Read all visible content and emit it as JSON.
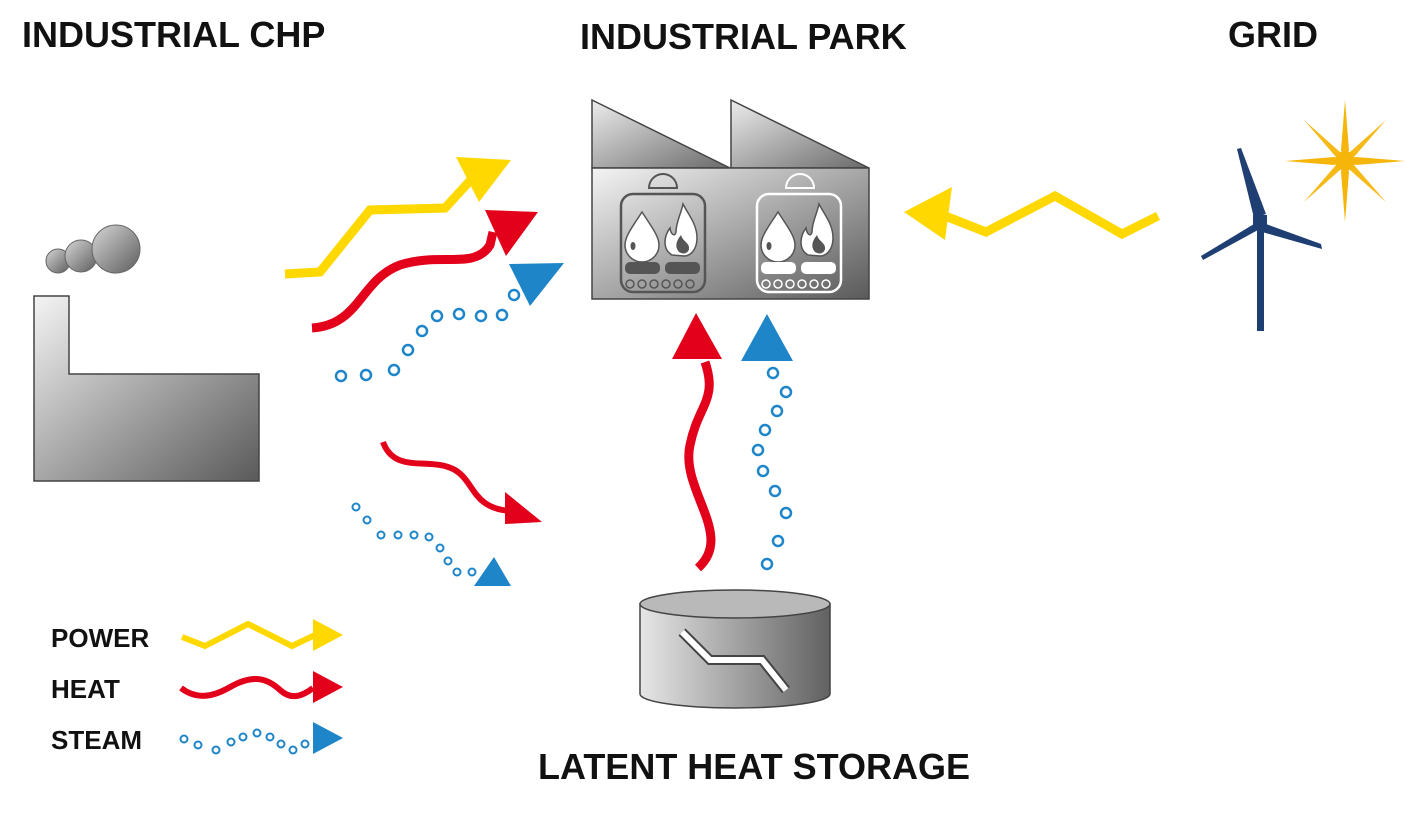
{
  "labels": {
    "chp": "INDUSTRIAL CHP",
    "park": "INDUSTRIAL PARK",
    "grid": "GRID",
    "storage": "LATENT HEAT STORAGE"
  },
  "legend": {
    "power": "POWER",
    "heat": "HEAT",
    "steam": "STEAM"
  },
  "colors": {
    "power": "#FFD800",
    "heat": "#E2001A",
    "steam": "#1E86C8",
    "wind_turbine": "#1F3F73",
    "sun": "#F5B50A"
  },
  "icons": [
    "factory-chimney-icon",
    "smoke-cloud-icon",
    "factory-building-icon",
    "boiler-icon",
    "wind-turbine-icon",
    "sun-icon",
    "storage-tank-icon"
  ]
}
